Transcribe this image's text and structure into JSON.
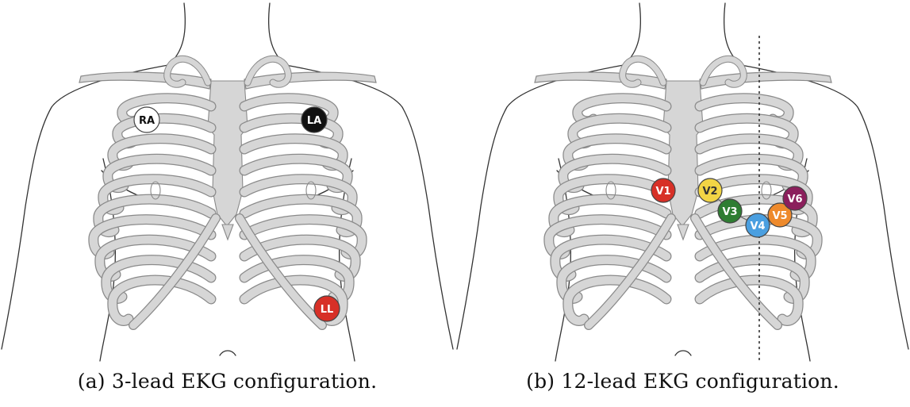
{
  "figures": [
    {
      "id": "a",
      "caption": "(a) 3-lead EKG configuration.",
      "electrodes": [
        {
          "label": "RA",
          "fill": "#ffffff",
          "text": "#111111"
        },
        {
          "label": "LA",
          "fill": "#111111",
          "text": "#ffffff"
        },
        {
          "label": "LL",
          "fill": "#d73027",
          "text": "#ffffff"
        }
      ]
    },
    {
      "id": "b",
      "caption": "(b) 12-lead EKG configuration.",
      "electrodes": [
        {
          "label": "V1",
          "fill": "#d73027",
          "text": "#ffffff"
        },
        {
          "label": "V2",
          "fill": "#f2d545",
          "text": "#333333"
        },
        {
          "label": "V3",
          "fill": "#2e7d32",
          "text": "#ffffff"
        },
        {
          "label": "V4",
          "fill": "#4a9fe0",
          "text": "#ffffff"
        },
        {
          "label": "V5",
          "fill": "#ee8a2c",
          "text": "#ffffff"
        },
        {
          "label": "V6",
          "fill": "#8b1f5c",
          "text": "#ffffff"
        }
      ]
    }
  ],
  "colors": {
    "bone": "#d6d6d6",
    "bone_stroke": "#8a8a8a",
    "outline": "#333333"
  }
}
